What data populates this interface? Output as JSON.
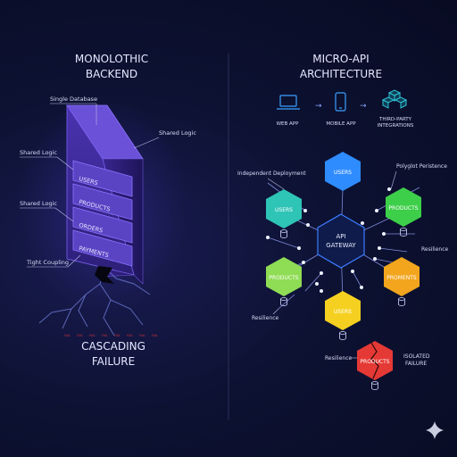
{
  "left": {
    "title_line1": "MONOLOTHIC",
    "title_line2": "BACKEND",
    "callouts": {
      "single_database": "Single Database",
      "shared_logic_right": "Shared Logic",
      "shared_logic_upper": "Shared Logic",
      "shared_logic_lower": "Shared Logic",
      "tight_coupling": "Tight Coupling"
    },
    "modules": [
      "USERS",
      "PRODUCTS",
      "ORDERS",
      "PAYMENTS"
    ],
    "footer_line1": "CASCADING",
    "footer_line2": "FAILURE"
  },
  "right": {
    "title_line1": "MICRO-API",
    "title_line2": "ARCHITECTURE",
    "clients": [
      {
        "label": "WEB APP",
        "icon": "laptop-icon"
      },
      {
        "label": "MOBILE APP",
        "icon": "phone-icon"
      },
      {
        "label": "THIRD-PARTY",
        "label2": "INTEGRATIONS",
        "icon": "cubes-icon"
      }
    ],
    "gateway_line1": "API",
    "gateway_line2": "GATEWAY",
    "services": {
      "top": "USERS",
      "upper_left": "USERS",
      "upper_right": "PRODUCTS",
      "lower_left": "PRODUCTS",
      "lower_right": "PROMENTS",
      "bottom": "USERS",
      "failed": "PRODUCTS"
    },
    "annotations": {
      "independent_deployment": "Independent Deployment",
      "polyglot_persistence": "Polyglot Peristence",
      "resilience_right": "Resilience",
      "resilience_left": "Resilience",
      "resilience_bottom": "Resilience",
      "isolated_line1": "ISOLATED",
      "isolated_line2": "FAILURE"
    }
  },
  "colors": {
    "background": "#0b1028",
    "purple": "#5b3fc0",
    "blue": "#2f8cff",
    "teal": "#2ec4b6",
    "green": "#3ecf4a",
    "lime": "#9fe05a",
    "orange": "#f2a51d",
    "yellow": "#f5d020",
    "red": "#e53935",
    "white": "#f1f3ff"
  }
}
